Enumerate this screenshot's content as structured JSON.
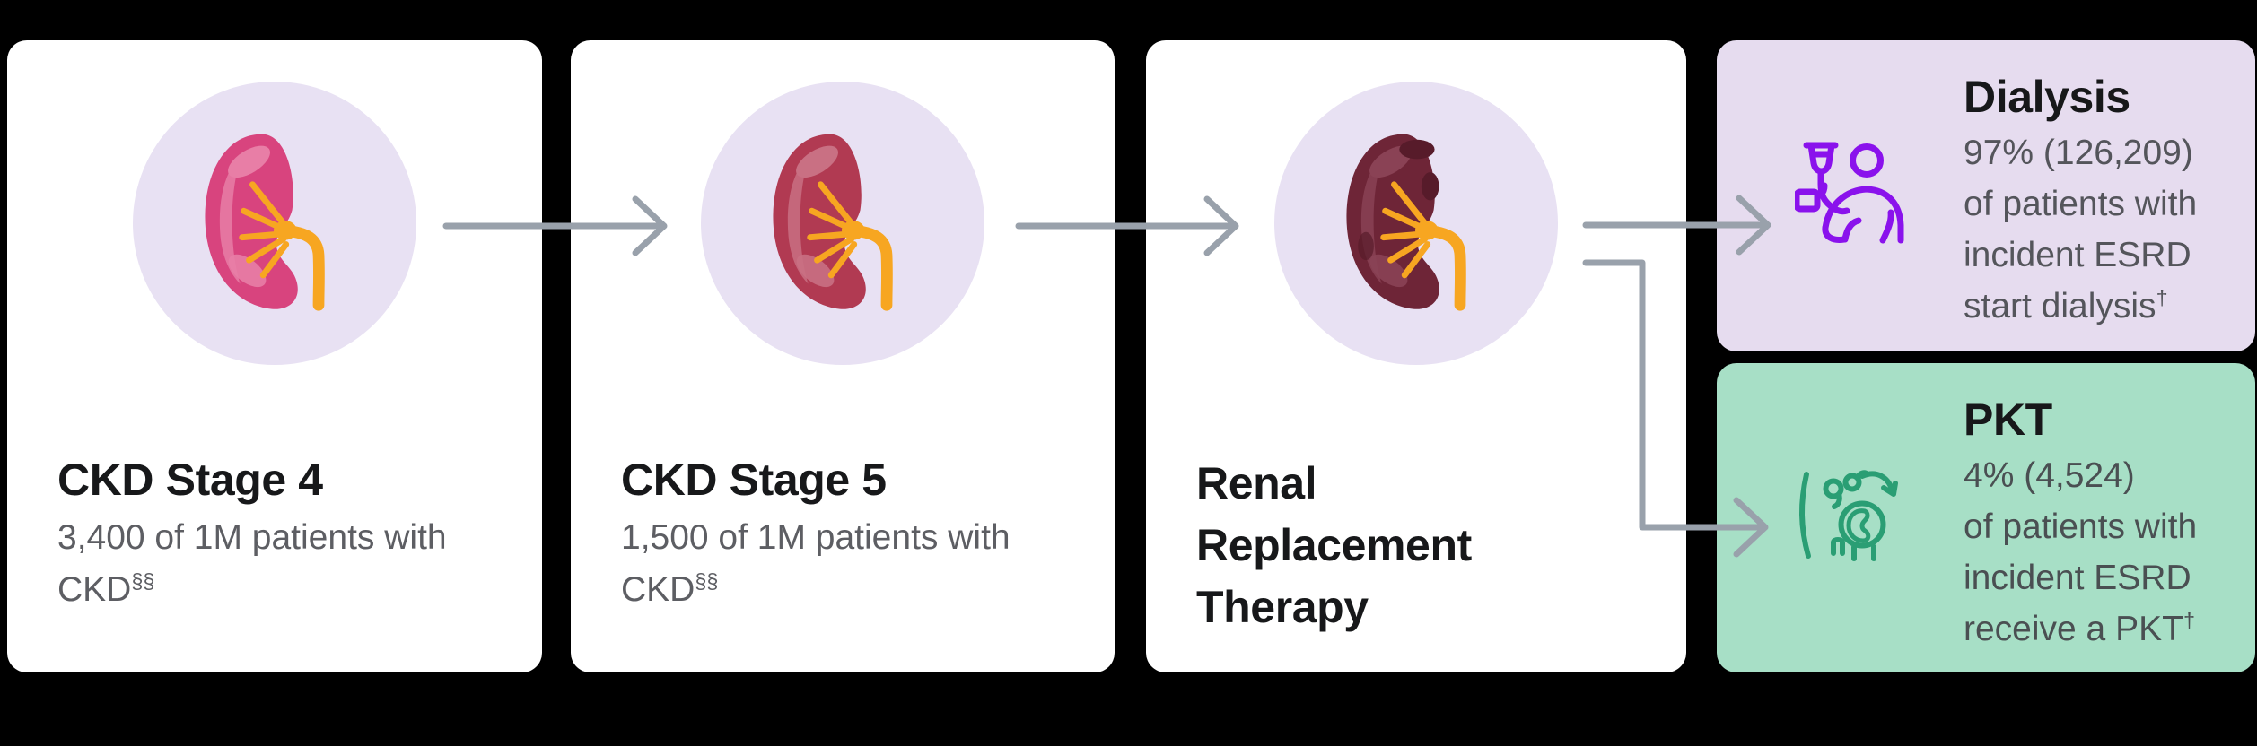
{
  "stages": [
    {
      "title": "CKD Stage 4",
      "body_line1": "3,400 of 1M patients with",
      "body_line2": "CKD",
      "body_line2_sup": "§§"
    },
    {
      "title": "CKD Stage 5",
      "body_line1": "1,500 of 1M patients with",
      "body_line2": "CKD",
      "body_line2_sup": "§§"
    },
    {
      "title": "Renal Replacement Therapy"
    }
  ],
  "outcomes": [
    {
      "title": "Dialysis",
      "line1": "97% (126,209)",
      "line2": "of patients with",
      "line3": "incident ESRD",
      "line4": "start dialysis",
      "line4_sup": "†"
    },
    {
      "title": "PKT",
      "line1": "4% (4,524)",
      "line2": "of patients with",
      "line3": "incident ESRD",
      "line4": "receive a PKT",
      "line4_sup": "†"
    }
  ],
  "icons": {
    "stage4": "kidney-stage4-illustration",
    "stage5": "kidney-stage5-illustration",
    "rrt": "kidney-failing-illustration",
    "dialysis": "dialysis-patient-icon",
    "pkt": "kidney-transplant-icon"
  },
  "colors": {
    "background": "#000000",
    "card_bg": "#FFFFFF",
    "halo_bg": "#E8E1F3",
    "dialysis_box_bg": "#E6DCEF",
    "pkt_box_bg": "#A7DFC6",
    "arrow": "#99A1AB",
    "title_text": "#17181A",
    "body_text": "#5D5E63",
    "dialysis_icon": "#8A12EC",
    "pkt_icon": "#2A9E74",
    "kidney_stage4": "#D8447E",
    "kidney_stage5": "#B13A52",
    "kidney_rrt": "#6E2537",
    "ureter": "#F7A621"
  }
}
